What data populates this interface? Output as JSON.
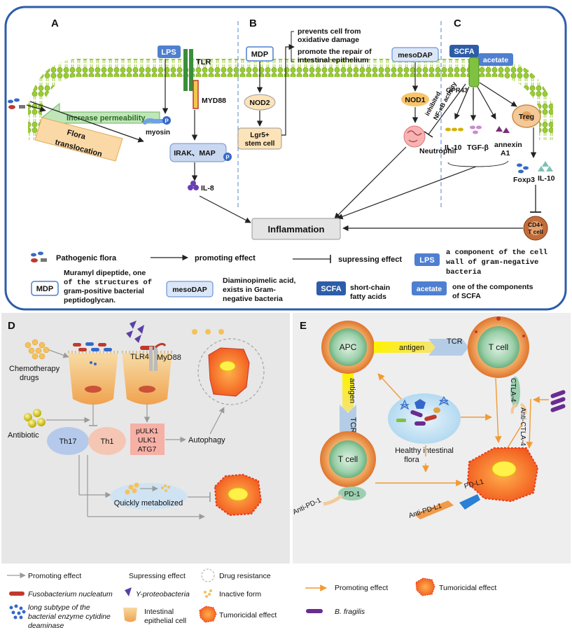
{
  "colors": {
    "panel_border": "#2d5da8",
    "membrane_head": "#9acd32",
    "box_blue": "#4f7fd0",
    "box_light": "#dbe7f7",
    "box_orange": "#fbd9a6",
    "box_nod": "#f7c56b",
    "arrow_orange": "#f29a33",
    "grey_bg": "#e7e7e7",
    "panel_e_bg": "#eeeeee"
  },
  "panel_a": {
    "letter_a": "A",
    "letter_b": "B",
    "letter_c": "C",
    "lps": "LPS",
    "tlr": "TLR",
    "myd88": "MYD88",
    "p": "P",
    "increase_permeability": "Increase permeability",
    "myosin": "myosin",
    "flora_translocation_1": "Flora",
    "flora_translocation_2": "translocation",
    "irak_map": "IRAK、MAP",
    "il8": "IL-8",
    "mdp": "MDP",
    "nod2": "NOD2",
    "lgr5_1": "Lgr5+",
    "lgr5_2": "stem cell",
    "prevents_1": "prevents cell from",
    "prevents_2": "oxidative damage",
    "promote_1": "promote the repair of",
    "promote_2": "intestinal epithelium",
    "mesodap": "mesoDAP",
    "nod1": "NOD1",
    "gpr43": "GPR43",
    "inhibited": "inhibited",
    "nfkb": "NF-κB activity",
    "neutrophil": "Neutrophil",
    "scfa": "SCFA",
    "acetate": "acetate",
    "treg": "Treg",
    "il10": "IL-10",
    "tgfb": "TGF-β",
    "annexin_1": "annexin",
    "annexin_2": "A1",
    "foxp3": "Foxp3",
    "il10b": "IL-10",
    "cd4_1": "CD4+",
    "cd4_2": "T cell",
    "inflammation": "Inflammation"
  },
  "legend_a": {
    "pathogenic_flora": "Pathogenic flora",
    "promoting_effect": "promoting effect",
    "supressing_effect": "supressing effect",
    "lps": "LPS",
    "lps_desc_1": "a component of the cell",
    "lps_desc_2": "wall of gram-negative",
    "lps_desc_3": "bacteria",
    "mdp": "MDP",
    "mdp_desc_1": "Muramyl dipeptide, one",
    "mdp_desc_2": "of the structures of",
    "mdp_desc_3": "gram-positive bacterial",
    "mdp_desc_4": "peptidoglycan.",
    "mesodap": "mesoDAP",
    "mesodap_desc_1": "Diaminopimelic acid,",
    "mesodap_desc_2": "exists in Gram-",
    "mesodap_desc_3": "negative bacteria",
    "scfa": "SCFA",
    "scfa_desc_1": "short-chain",
    "scfa_desc_2": "fatty acids",
    "acetate": "acetate",
    "acetate_desc_1": "one of the components",
    "acetate_desc_2": "of SCFA"
  },
  "panel_d": {
    "letter": "D",
    "chemo_1": "Chemotherapy",
    "chemo_2": "drugs",
    "tlr4": "TLR4",
    "myd88": "MyD88",
    "antibiotic": "Antibiotic",
    "th17": "Th17",
    "th1": "Th1",
    "pulk1": "pULK1",
    "ulk1": "ULK1",
    "atg7": "ATG7",
    "autophagy": "Autophagy",
    "quickly_metabolized": "Quickly metabolized"
  },
  "legend_d": {
    "promoting": "Promoting effect",
    "supressing": "Supressing effect",
    "drug_resistance": "Drug resistance",
    "fuso": "Fusobacterium nucleatum",
    "yproteo": "Y-proteobacteria",
    "inactive": "Inactive form",
    "long_1": "long subtype of the",
    "long_2": "bacterial enzyme cytidine",
    "long_3": "deaminase",
    "iec_1": "Intestinal",
    "iec_2": "epithelial cell",
    "tumoricidal": "Tumoricidal effect"
  },
  "panel_e": {
    "letter": "E",
    "apc": "APC",
    "antigen_h": "antigen",
    "tcr_h": "TCR",
    "tcell_top": "T cell",
    "ctla4": "CTLA-4",
    "anti_ctla4": "Anti-CTLA-4",
    "antigen_v": "antigen",
    "tcr_v": "TCR",
    "tcell_left": "T cell",
    "healthy_1": "Healthy intestinal",
    "healthy_2": "flora",
    "pd1": "PD-1",
    "anti_pd1": "Anti-PD-1",
    "pdl1": "PD-L1",
    "anti_pdl1": "Anti-PD-L1"
  },
  "legend_e": {
    "promoting": "Promoting effect",
    "tumoricidal": "Tumoricidal effect",
    "bfragilis": "B. fragilis"
  }
}
